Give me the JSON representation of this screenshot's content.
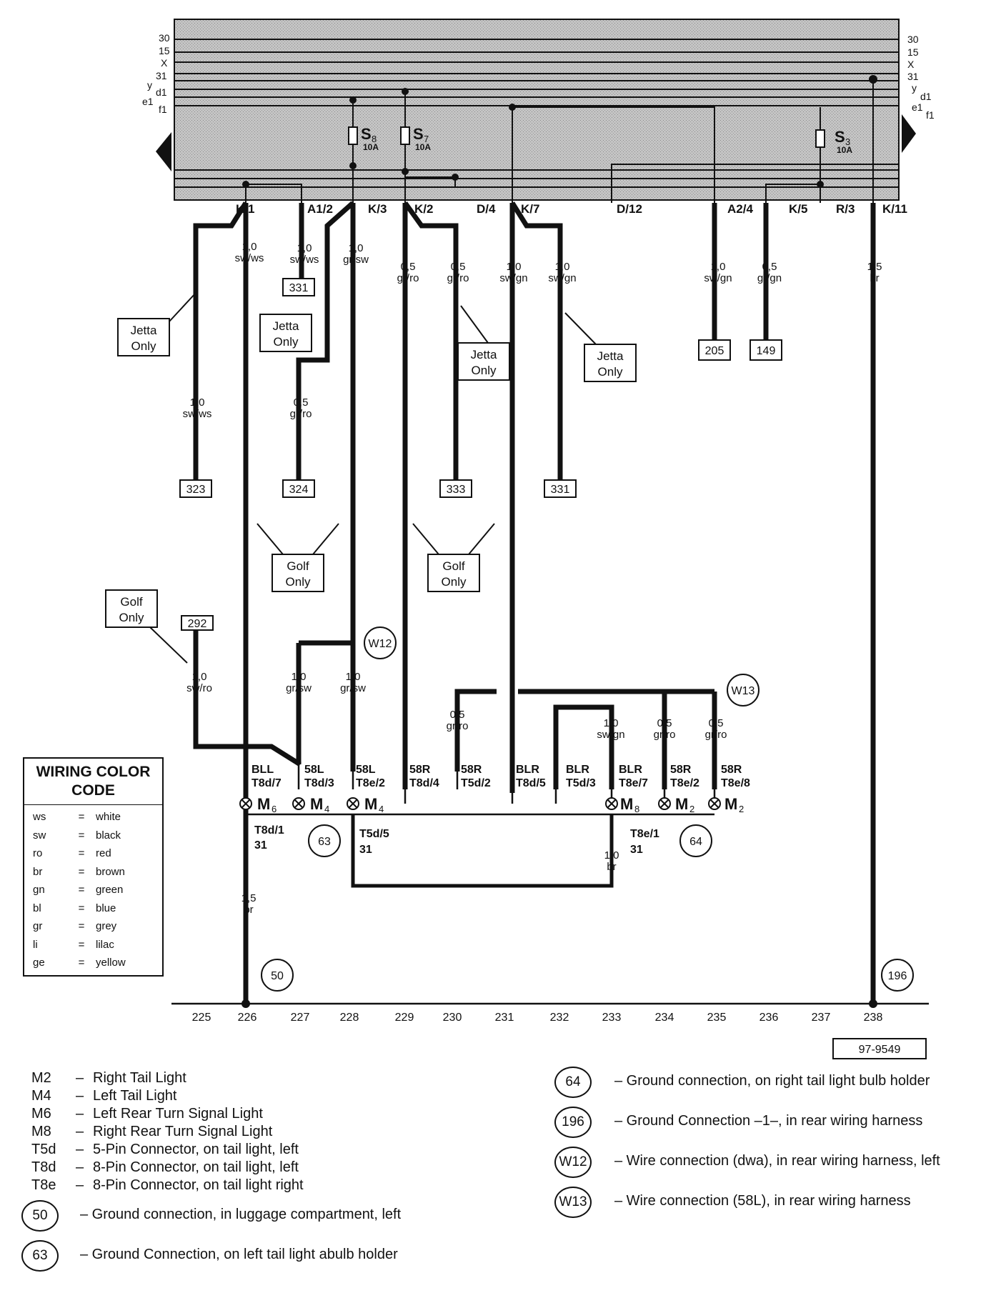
{
  "terminals_left": [
    "30",
    "15",
    "X",
    "31",
    "y",
    "d1",
    "e1",
    "f1"
  ],
  "terminals_right": [
    "30",
    "15",
    "X",
    "31",
    "y",
    "d1",
    "e1",
    "f1"
  ],
  "fuses": [
    {
      "name": "S",
      "sub": "8",
      "rating": "10A"
    },
    {
      "name": "S",
      "sub": "7",
      "rating": "10A"
    },
    {
      "name": "S",
      "sub": "3",
      "rating": "10A"
    }
  ],
  "pins": [
    "K/1",
    "A1/2",
    "K/3",
    "K/2",
    "D/4",
    "K/7",
    "D/12",
    "A2/4",
    "K/5",
    "R/3",
    "K/11"
  ],
  "wires": [
    {
      "size": "1,0",
      "color": "sw/ws"
    },
    {
      "size": "1,0",
      "color": "sw/ws"
    },
    {
      "size": "1,0",
      "color": "gr/sw"
    },
    {
      "size": "0,5",
      "color": "gr/ro"
    },
    {
      "size": "0,5",
      "color": "gr/ro"
    },
    {
      "size": "1,0",
      "color": "sw/gn"
    },
    {
      "size": "1,0",
      "color": "sw/gn"
    },
    {
      "size": "1,0",
      "color": "sw/gn"
    },
    {
      "size": "0,5",
      "color": "gr/gn"
    },
    {
      "size": "1,5",
      "color": "br"
    },
    {
      "size": "1,0",
      "color": "sw/ws"
    },
    {
      "size": "0,5",
      "color": "gr/ro"
    },
    {
      "size": "1,0",
      "color": "sw/ro"
    },
    {
      "size": "1,0",
      "color": "gr/sw"
    },
    {
      "size": "1,0",
      "color": "gr/sw"
    },
    {
      "size": "0,5",
      "color": "gr/ro"
    },
    {
      "size": "1,0",
      "color": "sw/gn"
    },
    {
      "size": "0,5",
      "color": "gr/ro"
    },
    {
      "size": "0,5",
      "color": "gr/ro"
    },
    {
      "size": "1,0",
      "color": "br"
    },
    {
      "size": "1,5",
      "color": "br"
    }
  ],
  "refs": [
    "331",
    "205",
    "149",
    "323",
    "324",
    "333",
    "331",
    "292"
  ],
  "notes": {
    "jetta_line1": "Jetta",
    "jetta_line2": "Only",
    "golf_line1": "Golf",
    "golf_line2": "Only"
  },
  "connectors": [
    {
      "sig": "BLL",
      "pin": "T8d/7"
    },
    {
      "sig": "58L",
      "pin": "T8d/3"
    },
    {
      "sig": "58L",
      "pin": "T8e/2"
    },
    {
      "sig": "58R",
      "pin": "T8d/4"
    },
    {
      "sig": "58R",
      "pin": "T5d/2"
    },
    {
      "sig": "BLR",
      "pin": "T8d/5"
    },
    {
      "sig": "BLR",
      "pin": "T5d/3"
    },
    {
      "sig": "BLR",
      "pin": "T8e/7"
    },
    {
      "sig": "58R",
      "pin": "T8e/2"
    },
    {
      "sig": "58R",
      "pin": "T8e/8"
    }
  ],
  "lamps": [
    {
      "name": "M",
      "sub": "6"
    },
    {
      "name": "M",
      "sub": "4"
    },
    {
      "name": "M",
      "sub": "4"
    },
    {
      "name": "M",
      "sub": "8"
    },
    {
      "name": "M",
      "sub": "2"
    },
    {
      "name": "M",
      "sub": "2"
    }
  ],
  "ground_pins": [
    {
      "pin": "T8d/1",
      "num": "31"
    },
    {
      "pin": "T5d/5",
      "num": "31"
    },
    {
      "pin": "T8e/1",
      "num": "31"
    }
  ],
  "circles": [
    "63",
    "64",
    "50",
    "196",
    "W12",
    "W13"
  ],
  "ruler": [
    "225",
    "226",
    "227",
    "228",
    "229",
    "230",
    "231",
    "232",
    "233",
    "234",
    "235",
    "236",
    "237",
    "238"
  ],
  "figure_id": "97-9549",
  "color_code": {
    "title_line1": "WIRING COLOR",
    "title_line2": "CODE",
    "rows": [
      {
        "code": "ws",
        "eq": "=",
        "name": "white"
      },
      {
        "code": "sw",
        "eq": "=",
        "name": "black"
      },
      {
        "code": "ro",
        "eq": "=",
        "name": "red"
      },
      {
        "code": "br",
        "eq": "=",
        "name": "brown"
      },
      {
        "code": "gn",
        "eq": "=",
        "name": "green"
      },
      {
        "code": "bl",
        "eq": "=",
        "name": "blue"
      },
      {
        "code": "gr",
        "eq": "=",
        "name": "grey"
      },
      {
        "code": "li",
        "eq": "=",
        "name": "lilac"
      },
      {
        "code": "ge",
        "eq": "=",
        "name": "yellow"
      }
    ]
  },
  "legend": [
    {
      "code": "M2",
      "dash": "–",
      "desc": "Right Tail Light"
    },
    {
      "code": "M4",
      "dash": "–",
      "desc": "Left Tail Light"
    },
    {
      "code": "M6",
      "dash": "–",
      "desc": "Left Rear Turn Signal Light"
    },
    {
      "code": "M8",
      "dash": "–",
      "desc": "Right Rear Turn Signal Light"
    },
    {
      "code": "T5d",
      "dash": "–",
      "desc": "5-Pin Connector, on tail light, left"
    },
    {
      "code": "T8d",
      "dash": "–",
      "desc": "8-Pin Connector, on tail light, left"
    },
    {
      "code": "T8e",
      "dash": "–",
      "desc": "8-Pin Connector, on tail light right"
    }
  ],
  "ground_legend": [
    {
      "num": "50",
      "desc": "– Ground connection, in luggage compartment, left"
    },
    {
      "num": "63",
      "desc": "– Ground Connection, on left tail light abulb holder"
    },
    {
      "num": "64",
      "desc": "– Ground connection, on right tail light bulb holder"
    },
    {
      "num": "196",
      "desc": "– Ground Connection –1–, in rear wiring harness"
    },
    {
      "num": "W12",
      "desc": "– Wire connection (dwa), in rear wiring harness, left"
    },
    {
      "num": "W13",
      "desc": "– Wire connection (58L), in rear wiring harness"
    }
  ]
}
